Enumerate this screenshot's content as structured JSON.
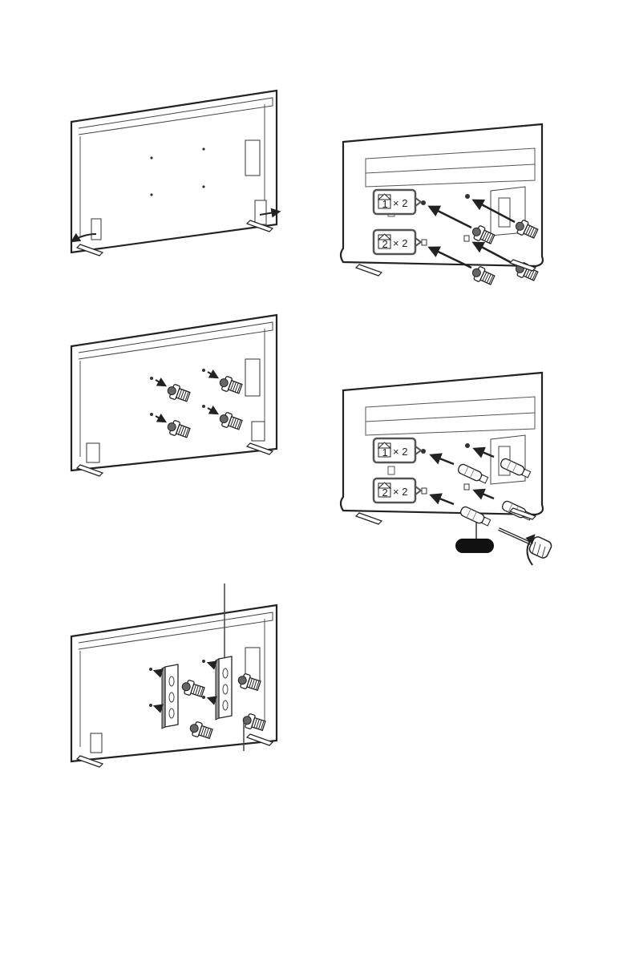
{
  "labels": {
    "top_screw_code": "1",
    "bottom_screw_code": "2",
    "quantity": "× 2"
  },
  "colors": {
    "line": "#222222",
    "grey": "#777777",
    "light": "#bdbdbd",
    "black_tag": "#111111"
  }
}
